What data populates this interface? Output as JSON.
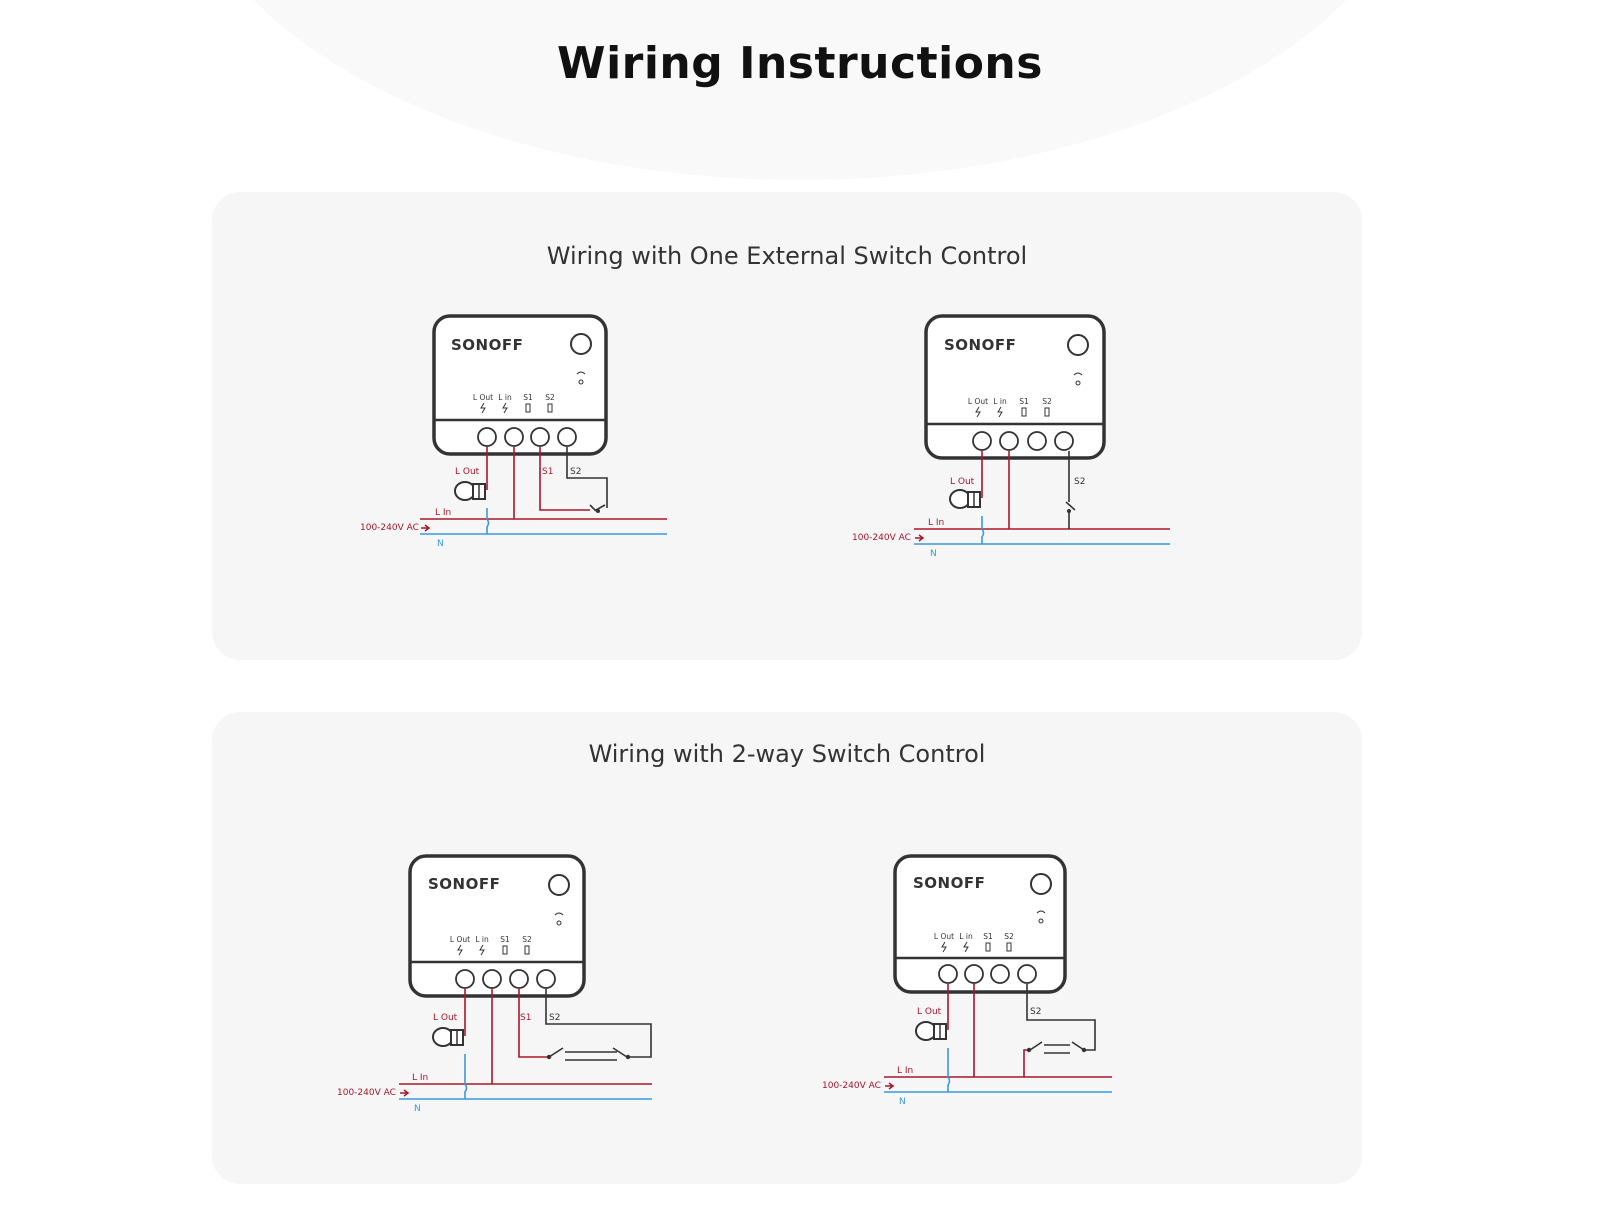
{
  "page": {
    "title": "Wiring Instructions"
  },
  "sections": [
    {
      "title": "Wiring with One External Switch Control"
    },
    {
      "title": "Wiring with 2-way Switch Control"
    }
  ],
  "device": {
    "brand": "SONOFF",
    "terminals": [
      "L Out",
      "L in",
      "S1",
      "S2"
    ]
  },
  "wires": {
    "l_out": "L Out",
    "l_in": "L In",
    "s1": "S1",
    "s2": "S2",
    "neutral": "N",
    "supply": "100-240V AC"
  },
  "colors": {
    "live": "#a5182c",
    "neutral": "#3a9ad9",
    "outline": "#333333",
    "panel": "#f6f6f6"
  }
}
